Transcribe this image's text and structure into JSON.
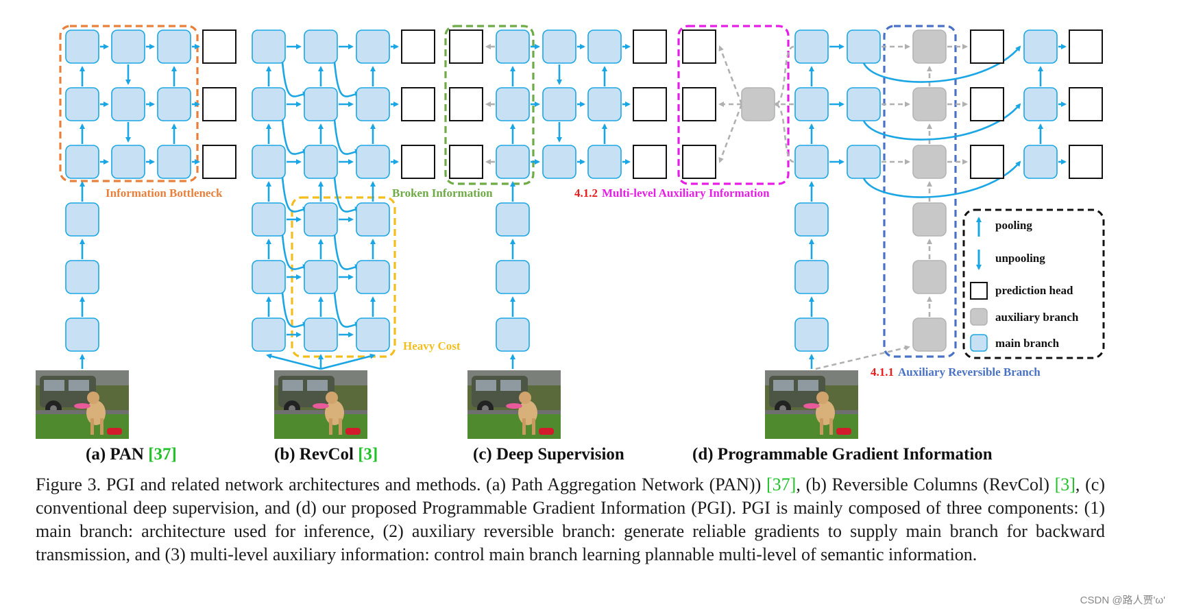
{
  "colors": {
    "node_fill": "#c8e0f4",
    "node_stroke": "#1aa6e4",
    "arrow": "#1aa6e4",
    "aux_fill": "#c8c8c8",
    "aux_stroke": "#b4b4b4",
    "aux_arrow": "#b0b0b0",
    "orange": "#e8803c",
    "yellow": "#f2be1e",
    "green": "#6eaa46",
    "magenta": "#e51ee5",
    "blue_dashed": "#4a72c4",
    "red": "#e61e1e",
    "ref_green": "#22c02a"
  },
  "labels": {
    "information_bottleneck": "Information Bottleneck",
    "broken_information": "Broken Information",
    "heavy_cost": "Heavy Cost",
    "multi_level_num": "4.1.2",
    "multi_level_text": "Multi-level Auxiliary Information",
    "aux_rev_num": "4.1.1",
    "aux_rev_text": "Auxiliary Reversible Branch"
  },
  "subcaptions": {
    "a_text": "(a) PAN ",
    "a_ref": "[37]",
    "b_text": "(b) RevCol ",
    "b_ref": "[3]",
    "c_text": "(c) Deep Supervision",
    "d_text": "(d) Programmable Gradient Information"
  },
  "legend": {
    "items": [
      "pooling",
      "unpooling",
      "prediction head",
      "auxiliary branch",
      "main branch"
    ]
  },
  "caption": {
    "p1": "Figure 3.  PGI and related network architectures and methods.  (a) Path Aggregation Network (PAN)) ",
    "ref1": "[37]",
    "p2": ", (b) Reversible Columns (RevCol) ",
    "ref2": "[3]",
    "p3": ", (c) conventional deep supervision, and (d) our proposed Programmable Gradient Information (PGI). PGI is mainly composed of three components: (1) main branch: architecture used for inference, (2) auxiliary reversible branch: generate reliable gradients to supply main branch for backward transmission, and (3) multi-level auxiliary information: control main branch learning plannable multi-level of semantic information."
  },
  "watermark": "CSDN @路人贾'ω'"
}
